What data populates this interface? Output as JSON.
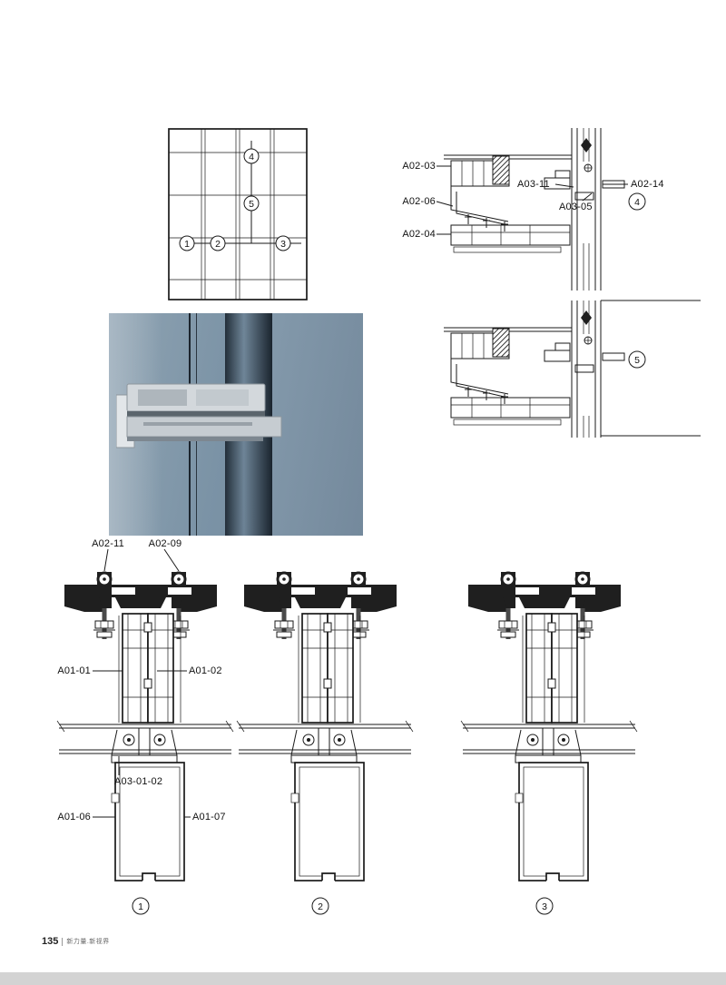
{
  "callouts": {
    "c1": "1",
    "c2": "2",
    "c3": "3",
    "c4": "4",
    "c5": "5"
  },
  "detail4": {
    "a02_03": "A02-03",
    "a02_06": "A02-06",
    "a02_04": "A02-04",
    "a03_11": "A03-11",
    "a02_14": "A02-14",
    "a03_05": "A03-05"
  },
  "sections": {
    "a02_11": "A02-11",
    "a02_09": "A02-09",
    "a01_01": "A01-01",
    "a01_02": "A01-02",
    "a03_01_02": "A03-01-02",
    "a01_06": "A01-06",
    "a01_07": "A01-07"
  },
  "footer": {
    "page_number": "135",
    "brand_text": "新力量.新视界"
  }
}
